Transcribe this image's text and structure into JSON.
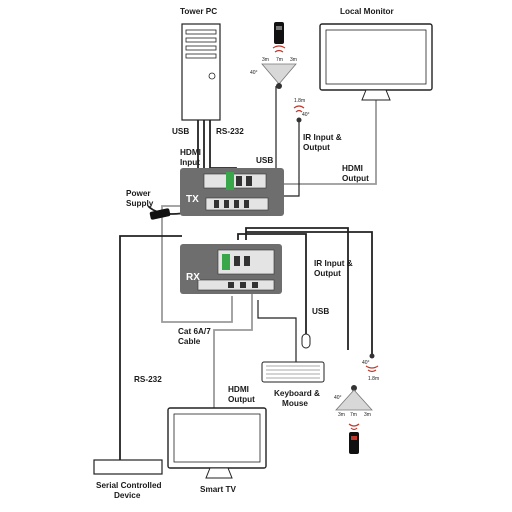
{
  "labels": {
    "tower_pc": "Tower PC",
    "local_monitor": "Local Monitor",
    "usb_pc": "USB",
    "rs232_pc": "RS-232",
    "hdmi_input_1": "HDMI",
    "hdmi_input_2": "Input",
    "usb_tx": "USB",
    "ir_tx_1": "IR Input &",
    "ir_tx_2": "Output",
    "hdmi_output_top_1": "HDMI",
    "hdmi_output_top_2": "Output",
    "power_supply_1": "Power",
    "power_supply_2": "Supply",
    "tx": "TX",
    "rx": "RX",
    "ir_rx_1": "IR Input &",
    "ir_rx_2": "Output",
    "usb_rx": "USB",
    "cat_cable_1": "Cat 6A/7",
    "cat_cable_2": "Cable",
    "rs232_left": "RS-232",
    "hdmi_output_bottom_1": "HDMI",
    "hdmi_output_bottom_2": "Output",
    "keyboard_mouse_1": "Keyboard &",
    "keyboard_mouse_2": "Mouse",
    "serial_device_1": "Serial Controlled",
    "serial_device_2": "Device",
    "smart_tv": "Smart TV"
  },
  "ir_top": {
    "range_left": "3m",
    "range_mid": "7m",
    "range_right": "3m",
    "angle": "40°",
    "emitter_distance": "1.8m",
    "emitter_angle": "40°"
  },
  "ir_bottom": {
    "range_left": "3m",
    "range_mid": "7m",
    "range_right": "3m",
    "angle": "40°",
    "emitter_distance": "1.8m",
    "emitter_angle": "40°"
  },
  "colors": {
    "device_box": "#6e6e6e",
    "cable": "#222222",
    "ir_signal": "#c0392b",
    "port_green": "#3aa64a"
  }
}
